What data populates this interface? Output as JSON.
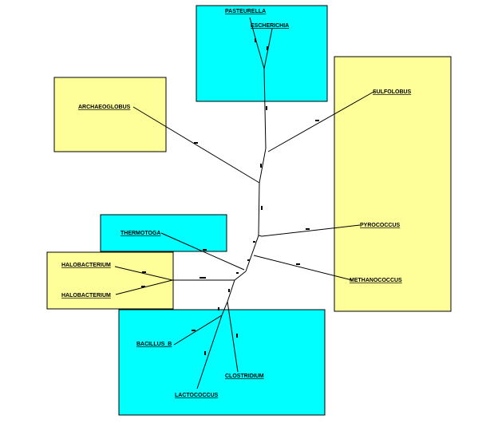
{
  "colors": {
    "cyan_box": "#00ffff",
    "yellow_box": "#ffff99",
    "line": "#000000"
  },
  "taxa": {
    "pasteurella": "PASTEURELLA",
    "escherichia": "ESCHERICHIA",
    "archaeoglobus": "ARCHAEOGLOBUS",
    "sulfolobus": "SULFOLOBUS",
    "thermotoga": "THERMOTOGA",
    "pyrococcus": "PYROCOCCUS",
    "halobacterium_1": "HALOBACTERIUM",
    "halobacterium_2": "HALOBACTERIUM",
    "methanococcus": "METHANOCOCCUS",
    "bacillus": "BACILLUS_B",
    "clostridium": "CLOSTRIDIUM",
    "lactococcus": "LACTOCOCCUS"
  }
}
